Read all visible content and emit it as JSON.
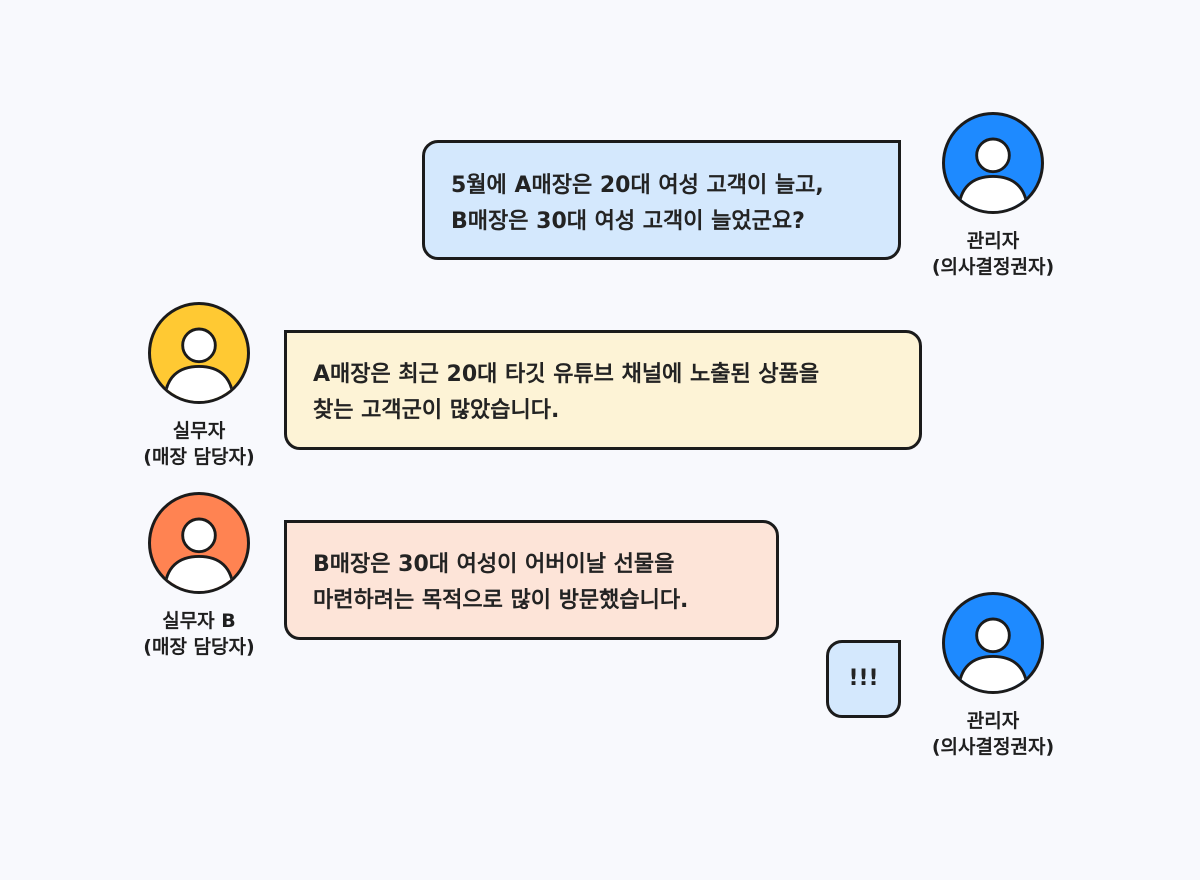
{
  "colors": {
    "background": "#f8f9fd",
    "manager_avatar": "#1e8aff",
    "staff_a_avatar": "#ffc933",
    "staff_b_avatar": "#ff8352",
    "manager_bubble": "#d4e8fd",
    "staff_a_bubble": "#fdf3d6",
    "staff_b_bubble": "#fde4d8",
    "outline": "#1b1b1b"
  },
  "messages": [
    {
      "speaker": {
        "name": "관리자",
        "role": "(의사결정권자)",
        "icon": "person-icon"
      },
      "lines": [
        "5월에 A매장은 20대 여성 고객이 늘고,",
        "B매장은 30대 여성 고객이 늘었군요?"
      ]
    },
    {
      "speaker": {
        "name": "실무자",
        "role": "(매장 담당자)",
        "icon": "person-icon"
      },
      "lines": [
        "A매장은 최근 20대 타깃 유튜브 채널에 노출된 상품을",
        "찾는 고객군이 많았습니다."
      ]
    },
    {
      "speaker": {
        "name": "실무자 B",
        "role": "(매장 담당자)",
        "icon": "person-icon"
      },
      "lines": [
        "B매장은 30대 여성이 어버이날 선물을",
        "마련하려는 목적으로 많이 방문했습니다."
      ]
    },
    {
      "speaker": {
        "name": "관리자",
        "role": "(의사결정권자)",
        "icon": "person-icon"
      },
      "lines": [
        "!!!"
      ]
    }
  ]
}
